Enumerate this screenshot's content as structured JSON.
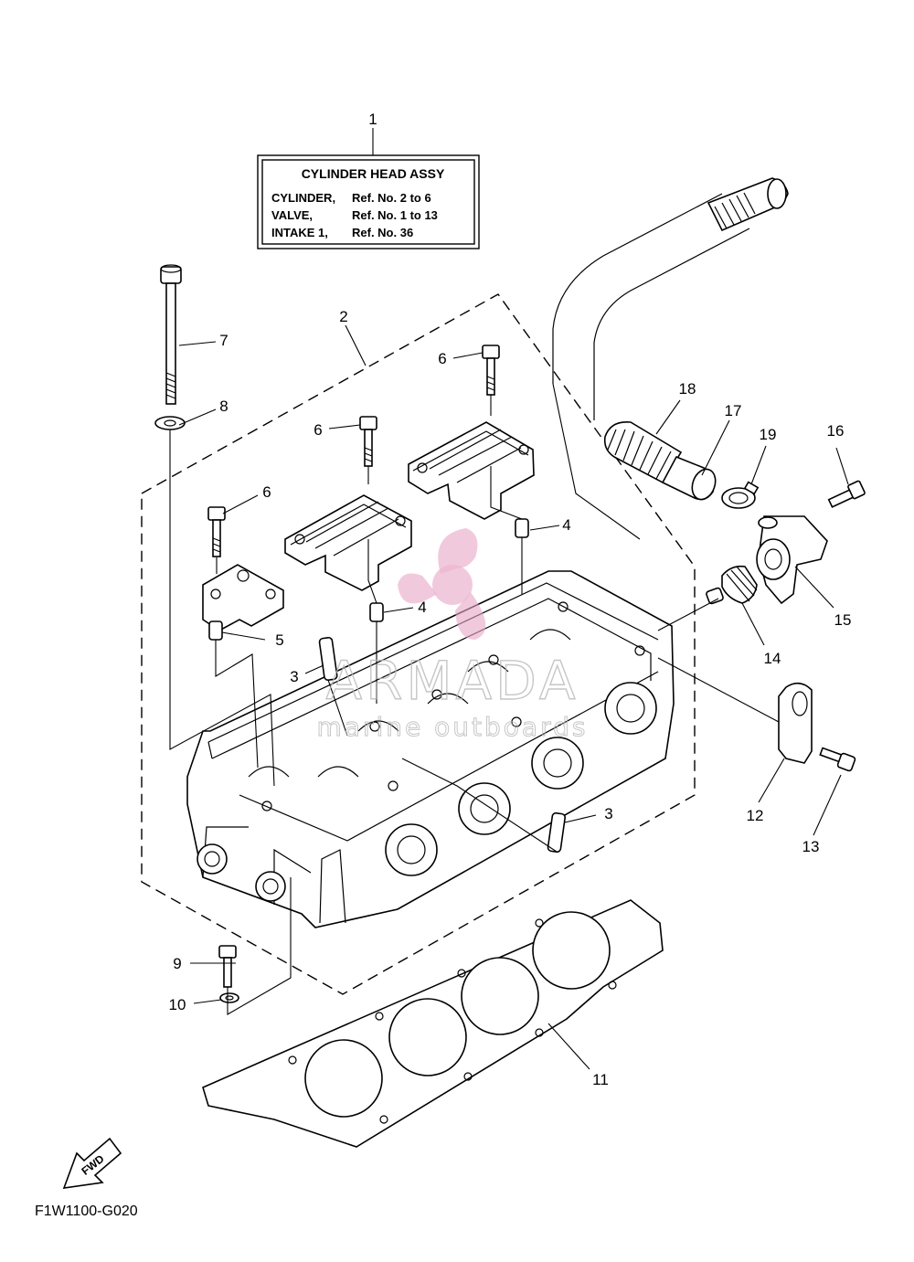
{
  "assy_box": {
    "title": "CYLINDER HEAD ASSY",
    "rows": [
      {
        "name": "CYLINDER,",
        "ref": "Ref. No. 2 to 6"
      },
      {
        "name": "VALVE,",
        "ref": "Ref. No. 1 to 13"
      },
      {
        "name": "INTAKE 1,",
        "ref": "Ref. No. 36"
      }
    ]
  },
  "callouts": {
    "c1": "1",
    "c2": "2",
    "c3a": "3",
    "c3b": "3",
    "c4a": "4",
    "c4b": "4",
    "c5": "5",
    "c6a": "6",
    "c6b": "6",
    "c6c": "6",
    "c7": "7",
    "c8": "8",
    "c9": "9",
    "c10": "10",
    "c11": "11",
    "c12": "12",
    "c13": "13",
    "c14": "14",
    "c15": "15",
    "c16": "16",
    "c17": "17",
    "c18": "18",
    "c19": "19"
  },
  "fwd_label": "FWD",
  "figure_code": "F1W1100-G020",
  "watermark": {
    "brand": "ARMADA",
    "tagline": "marine outboards",
    "accent_color": "#e8a6c6"
  }
}
